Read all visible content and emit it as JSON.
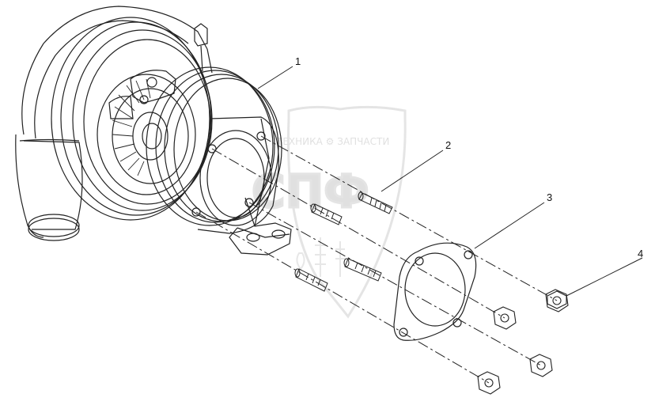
{
  "callouts": [
    {
      "id": "1",
      "label": "1"
    },
    {
      "id": "2",
      "label": "2"
    },
    {
      "id": "3",
      "label": "3"
    },
    {
      "id": "4",
      "label": "4"
    }
  ],
  "watermark": {
    "top_text": "ТЕХНИКА ⚙ ЗАПЧАСТИ",
    "big_text": "СПФ"
  },
  "colors": {
    "line": "#222222",
    "watermark": "#c8c8c8"
  }
}
